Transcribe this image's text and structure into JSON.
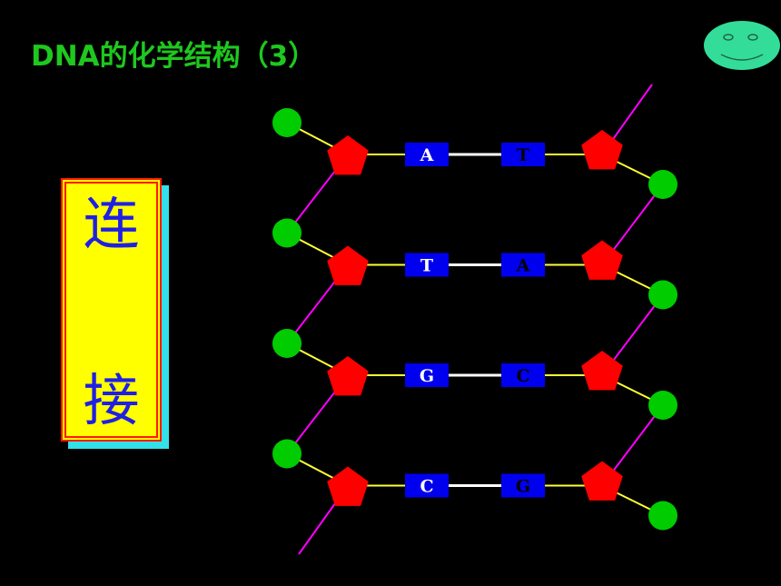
{
  "title": "DNA的化学结构（3）",
  "label": {
    "char1": "连",
    "char2": "接"
  },
  "base_pairs": [
    {
      "left": "A",
      "right": "T"
    },
    {
      "left": "T",
      "right": "A"
    },
    {
      "left": "G",
      "right": "C"
    },
    {
      "left": "C",
      "right": "G"
    }
  ],
  "colors": {
    "background": "#000000",
    "title": "#1ec81e",
    "phosphate": "#00cc00",
    "sugar": "#ff0000",
    "base_box": "#0000ee",
    "backbone_bond": "#ff00ff",
    "phosphate_sugar_bond": "#ffff33",
    "hydrogen_bond": "#ffffff",
    "label_fill": "#ffff00",
    "label_border": "#ff1a00",
    "label_shadow": "#33e0e8",
    "label_text": "#1f1fe6",
    "smiley": "#33dd99"
  },
  "icons": {
    "smiley": "smiley-face-icon"
  }
}
